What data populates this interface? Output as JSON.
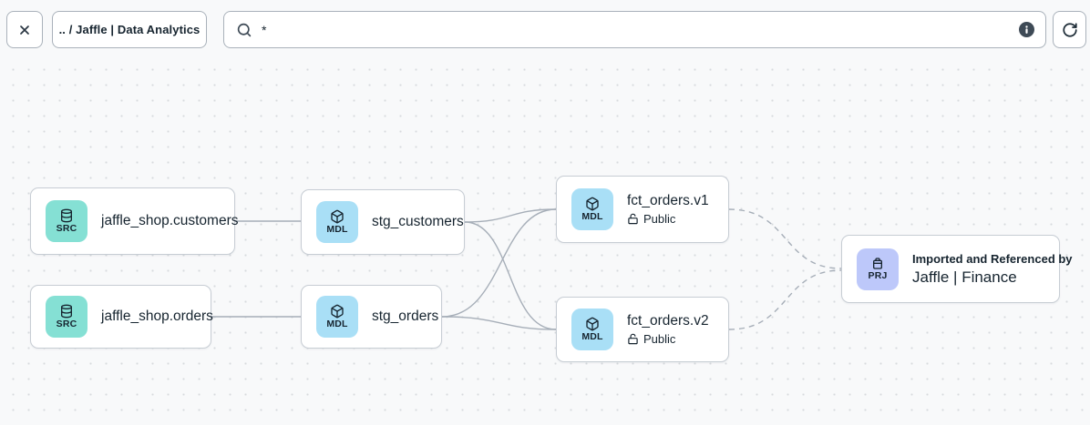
{
  "toolbar": {
    "breadcrumb_label": ".. / Jaffle | Data Analytics",
    "search": {
      "value": "*",
      "placeholder": ""
    }
  },
  "graph": {
    "badge_labels": {
      "src": "SRC",
      "mdl": "MDL",
      "prj": "PRJ"
    },
    "nodes": [
      {
        "id": "jaffle_shop.customers",
        "kind": "source",
        "label": "jaffle_shop.customers"
      },
      {
        "id": "jaffle_shop.orders",
        "kind": "source",
        "label": "jaffle_shop.orders"
      },
      {
        "id": "stg_customers",
        "kind": "model",
        "label": "stg_customers"
      },
      {
        "id": "stg_orders",
        "kind": "model",
        "label": "stg_orders"
      },
      {
        "id": "fct_orders.v1",
        "kind": "model",
        "label": "fct_orders.v1",
        "access": "Public"
      },
      {
        "id": "fct_orders.v2",
        "kind": "model",
        "label": "fct_orders.v2",
        "access": "Public"
      },
      {
        "id": "jaffle_finance",
        "kind": "project",
        "kicker": "Imported and Referenced by",
        "label": "Jaffle | Finance"
      }
    ],
    "edges": [
      {
        "from": "jaffle_shop.customers",
        "to": "stg_customers",
        "style": "solid"
      },
      {
        "from": "jaffle_shop.orders",
        "to": "stg_orders",
        "style": "solid"
      },
      {
        "from": "stg_customers",
        "to": "fct_orders.v1",
        "style": "solid"
      },
      {
        "from": "stg_customers",
        "to": "fct_orders.v2",
        "style": "solid"
      },
      {
        "from": "stg_orders",
        "to": "fct_orders.v1",
        "style": "solid"
      },
      {
        "from": "stg_orders",
        "to": "fct_orders.v2",
        "style": "solid"
      },
      {
        "from": "fct_orders.v1",
        "to": "jaffle_finance",
        "style": "dashed"
      },
      {
        "from": "fct_orders.v2",
        "to": "jaffle_finance",
        "style": "dashed"
      }
    ]
  },
  "colors": {
    "source_badge": "#85e0d4",
    "model_badge": "#a9dff6",
    "project_badge": "#bdc8fa",
    "edge": "#a6aeb8",
    "text": "#16242f"
  }
}
